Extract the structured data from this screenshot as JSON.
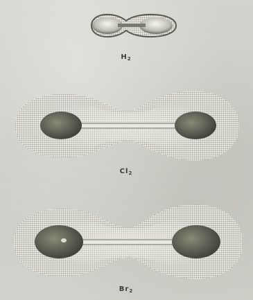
{
  "molecules": [
    {
      "id": "h2",
      "symbol": "H",
      "subscript": "2"
    },
    {
      "id": "cl2",
      "symbol": "Cl",
      "subscript": "2"
    },
    {
      "id": "br2",
      "symbol": "Br",
      "subscript": "2"
    }
  ],
  "colors": {
    "background": "#cfcfc9",
    "cloud_light": "#ecebe4",
    "cloud_dot": "#9a9a94",
    "nucleus": "#5a5a50",
    "nucleus_highlight": "#8a8a78",
    "bond": "#e8e8e2",
    "label_text": "#3a3a38"
  }
}
